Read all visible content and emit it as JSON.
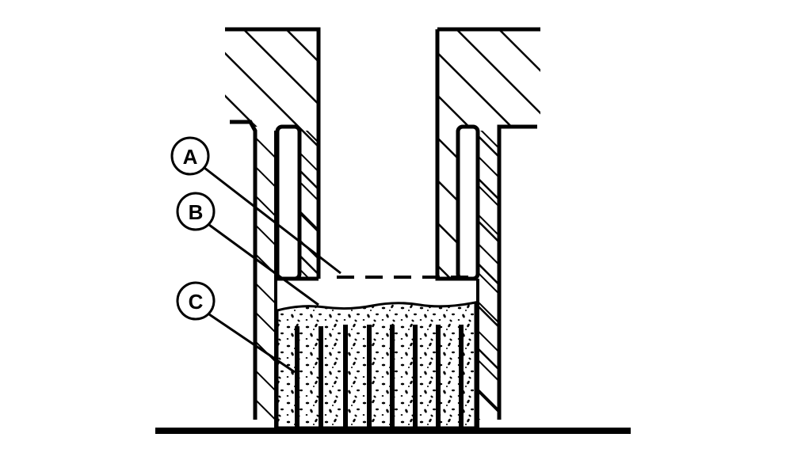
{
  "diagram": {
    "type": "cross-section technical illustration",
    "colors": {
      "ink": "#000000",
      "background": "#ffffff"
    },
    "callouts": [
      {
        "id": "A",
        "label": "A",
        "target": "dashed level line inside bore",
        "circle": [
          240,
          197
        ],
        "leader_to": [
          430,
          345
        ]
      },
      {
        "id": "B",
        "label": "B",
        "target": "top surface of granular packing",
        "circle": [
          247,
          267
        ],
        "leader_to": [
          402,
          385
        ]
      },
      {
        "id": "C",
        "label": "C",
        "target": "vertical rods embedded in packing",
        "circle": [
          247,
          380
        ],
        "leader_to": [
          372,
          470
        ]
      }
    ],
    "elements": [
      "left upper hatched block",
      "right upper hatched block",
      "left hatched wall with inner sleeve",
      "right hatched wall with inner sleeve",
      "dashed level line",
      "speckled granular packing",
      "vertical rods",
      "base line"
    ]
  }
}
